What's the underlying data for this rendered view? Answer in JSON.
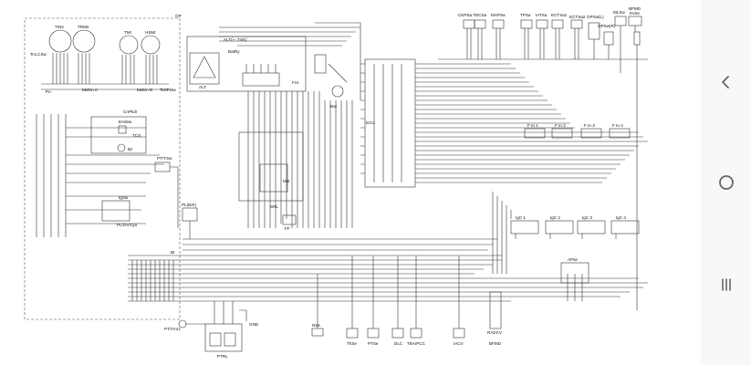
{
  "diagram": {
    "labels": {
      "op": "OP",
      "tins": "TINs",
      "trm": "TRMs",
      "tmr": "TMr",
      "hsmr": "HSMr",
      "tcs": "Tcs,CSw",
      "motrn_a": "Meltrn A",
      "motrn_b": "Meltrn B",
      "tspw": "TsSPMw",
      "pu": "Pu",
      "cnpkr": "CnPkdr",
      "emisw": "EmiSw",
      "tcs2": "TCS",
      "bz": "Bz",
      "ptsw": "PT/TSw",
      "igsw": "IgSw",
      "plis": "PL/OV/Cpt",
      "plbk": "PL(B/K)",
      "bi": "BI",
      "ptmr": "PT/TmrJ",
      "gnd": "GND",
      "ptrl": "PTRL",
      "alt": "ALT",
      "altc": "ALT(+-,TSK)",
      "battry": "BatRy",
      "bat": "Bat",
      "frs": "Fcs",
      "srl": "SRL",
      "ff": "FF",
      "mst": "Mst",
      "ecu": "ECU",
      "ckps": "CKPSa",
      "tdcs": "TDCSa",
      "maps": "MAPSa",
      "tpsa": "TPSa",
      "iats": "IATSa",
      "ects1": "ECTSa1",
      "ects2": "ECTSa2",
      "ops": "OPSw(L)",
      "opsr": "OPSw(R)",
      "mlsw": "MLSw",
      "kvse": "KvSe",
      "bfmd_top": "BFMD",
      "fin1": "F In 1",
      "fin2": "F In 2",
      "fin3": "F In 3",
      "fin4": "F In 4",
      "igc1": "IgC 1",
      "igc2": "IgC 2",
      "igc3": "IgC 3",
      "igc4": "IgC 4",
      "apse": "APse",
      "rdcv": "RADCV",
      "bfmd": "BFMD",
      "nse": "NSe",
      "th": "ThSe",
      "ptse": "PTSe",
      "dlc": "DLC",
      "tbapcc": "TBA/PCC",
      "iacv": "IACV"
    }
  },
  "nav": {
    "back_icon": "chevron-left-icon",
    "home_icon": "circle-home-icon",
    "recents_icon": "three-bars-recents-icon"
  }
}
